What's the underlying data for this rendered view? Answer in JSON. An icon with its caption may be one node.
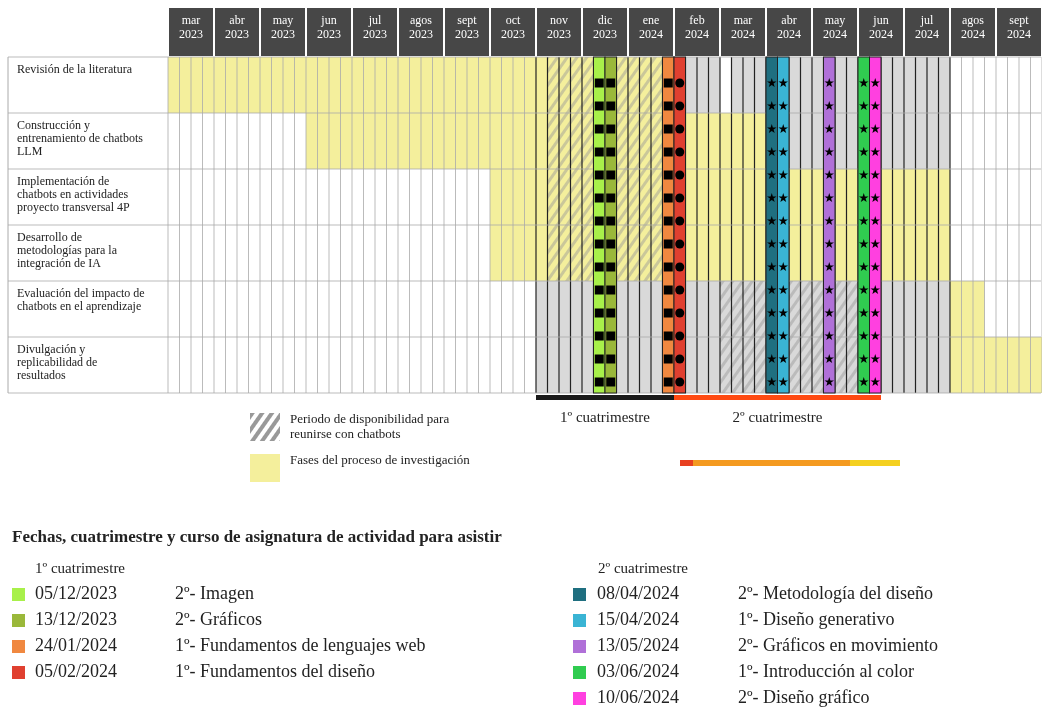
{
  "diagram": {
    "labels": [
      "mar 2023",
      "abr 2023",
      "may 2023",
      "jun 2023",
      "jul 2023",
      "agos 2023",
      "sept 2023",
      "oct 2023",
      "nov 2023",
      "dic 2023",
      "ene 2024",
      "feb 2024",
      "mar 2024",
      "abr 2024",
      "may 2024",
      "jun 2024",
      "jul 2024",
      "agos 2024",
      "sept 2024",
      "Revisión de la literatura",
      "Construcción y entrenamiento de chatbots LLM",
      "Implementación de chatbots en actividades proyecto transversal 4P",
      "Desarrollo de metodologías para la integración de IA",
      "Evaluación del impacto de chatbots en el aprendizaje",
      "Divulgación y replicabilidad de resultados",
      "1º cuatrimestre",
      "2º cuatrimestre",
      "Fechas, cuatrimestre y curso de asignatura de actividad para asistir",
      "1º cuatrimestre",
      "2º- Imagen",
      "2º- Gráficos",
      "1º- Fundamentos de lenguajes web",
      "1º- Fundamentos del diseño",
      "2º cuatrimestre",
      "2º- Metodología del diseño",
      "1º- Diseño generativo",
      "2º- Gráficos en movimiento",
      "1º- Introducción al color",
      "2º- Diseño gráfico"
    ],
    "legend": [
      {
        "text": "Periodo de disponibilidad para reunirse con chatbots"
      },
      {
        "text": "Fases del proceso de investigación",
        "color": "#f4ef9c"
      },
      {
        "text": "05/12/2023",
        "color": "#a8f04a"
      },
      {
        "text": "13/12/2023",
        "color": "#9ab83a"
      },
      {
        "text": "24/01/2024",
        "color": "#f08840"
      },
      {
        "text": "05/02/2024",
        "color": "#e04030"
      },
      {
        "text": "08/04/2024",
        "color": "#1f6f80"
      },
      {
        "text": "15/04/2024",
        "color": "#3ab4d4"
      },
      {
        "text": "13/05/2024",
        "color": "#b070d8"
      },
      {
        "text": "03/06/2024",
        "color": "#30cc50"
      },
      {
        "text": "10/06/2024",
        "color": "#ff40e0"
      }
    ]
  }
}
